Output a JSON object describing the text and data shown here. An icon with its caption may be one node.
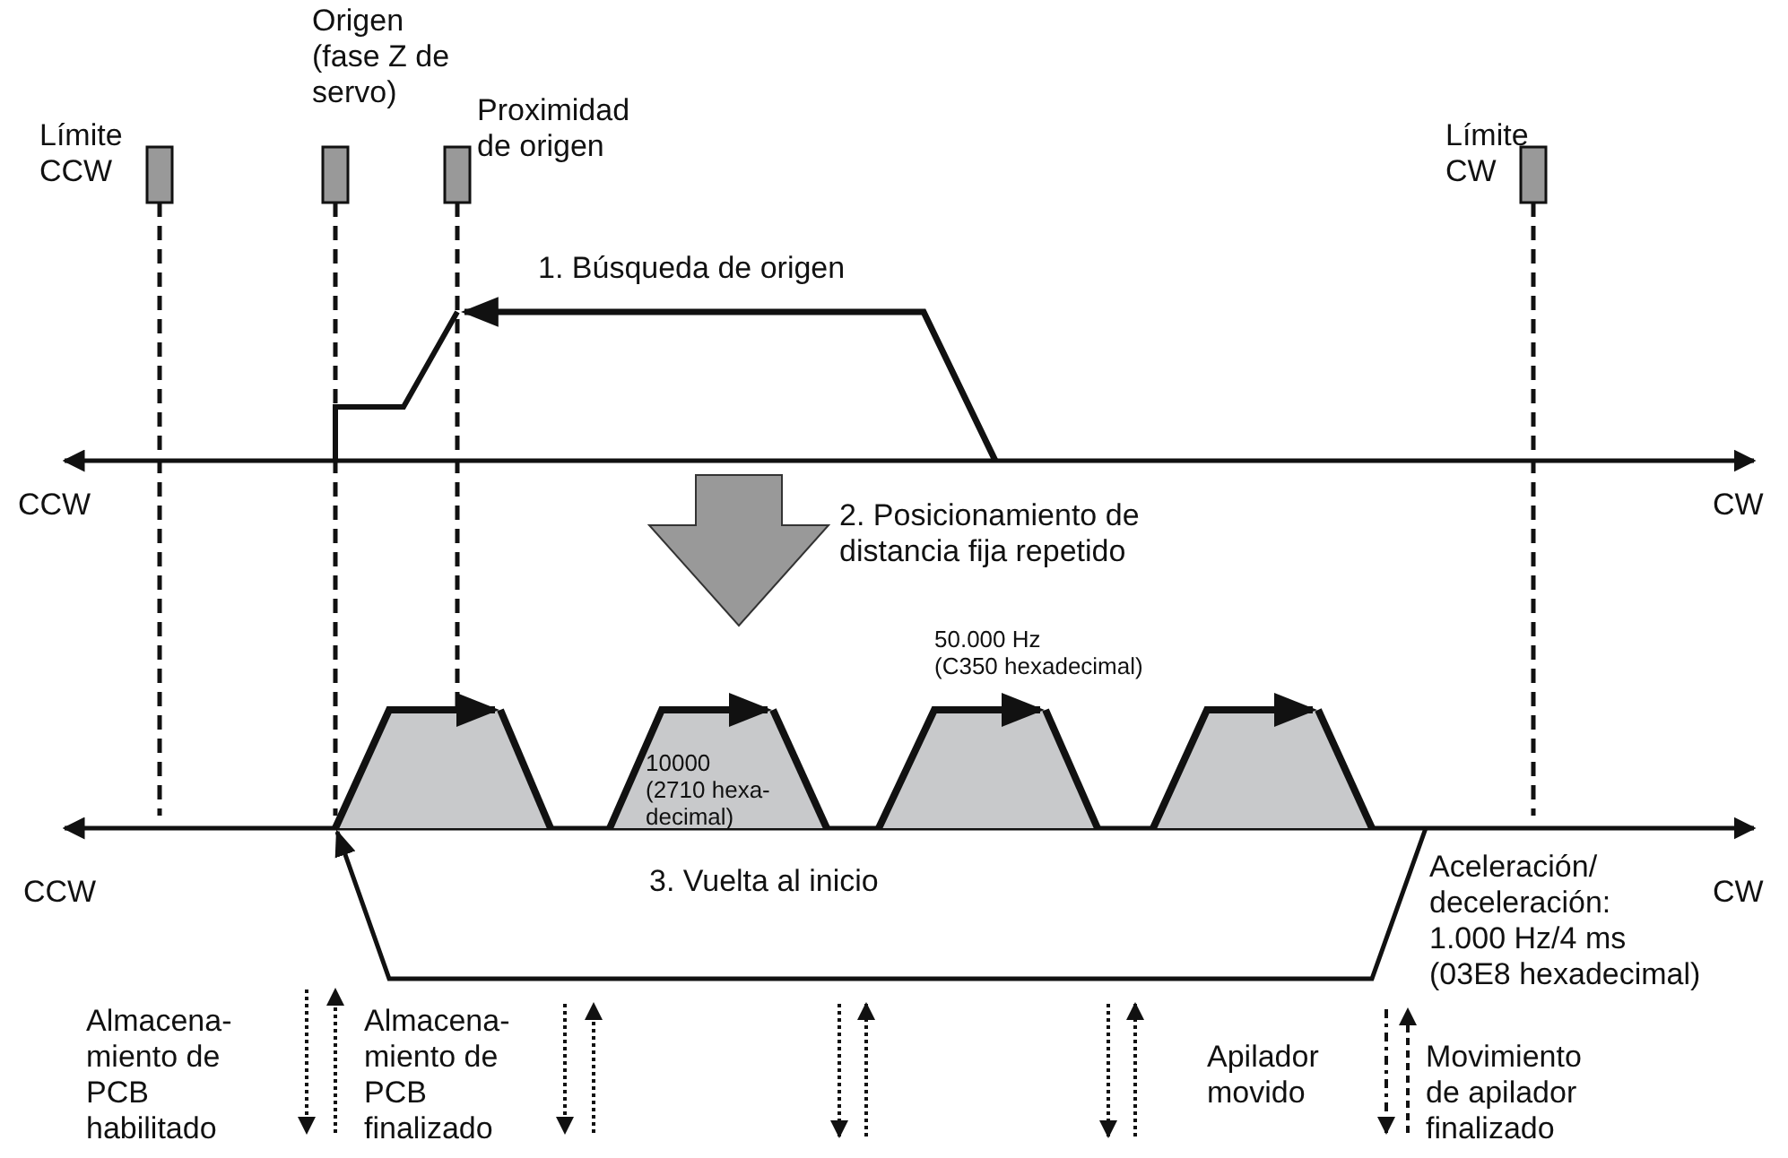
{
  "diagram": {
    "labels": [
      "Origen (fase Z de servo)",
      "Límite CCW",
      "Proximidad de origen",
      "Límite CW",
      "1. Búsqueda de origen",
      "CCW",
      "CW",
      "2. Posicionamiento de distancia fija repetido",
      "50.000 Hz (C350 hexadecimal)",
      "10000 (2710 hexa- decimal)",
      "CCW",
      "3. Vuelta al inicio",
      "Aceleración/ deceleración: 1.000 Hz/4 ms (03E8 hexadecimal)",
      "CW",
      "Almacena- miento de PCB habilitado",
      "Almacena- miento de PCB finalizado",
      "Apilador movido",
      "Movimiento de apilador finalizado"
    ]
  }
}
